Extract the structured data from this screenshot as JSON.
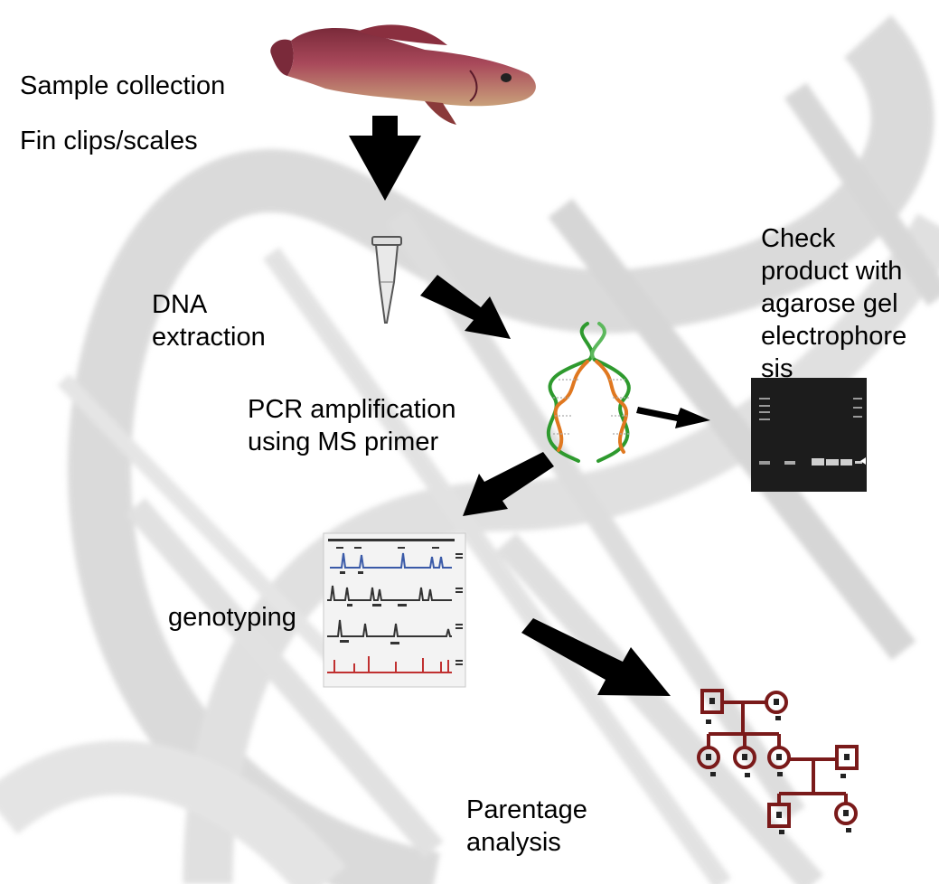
{
  "labels": {
    "sample_collection": "Sample collection",
    "fin_clips": "Fin clips/scales",
    "dna_extraction": "DNA\nextraction",
    "check_product": "Check\nproduct with\nagarose gel\nelectrophore\nsis",
    "pcr": "PCR amplification\nusing MS primer",
    "genotyping": "genotyping",
    "parentage": "Parentage\nanalysis"
  },
  "icons": [
    "arowana-fish-icon",
    "microcentrifuge-tube-icon",
    "dna-replication-icon",
    "agarose-gel-icon",
    "chromatogram-icon",
    "pedigree-chart-icon"
  ],
  "colors": {
    "arrow": "#000000",
    "dna_strand_a": "#2e9a2e",
    "dna_strand_b": "#e07820",
    "pedigree": "#7a1a1a",
    "gel_background": "#1c1c1c",
    "chromatogram_blue": "#3a5aa8",
    "chromatogram_red": "#c03030"
  }
}
